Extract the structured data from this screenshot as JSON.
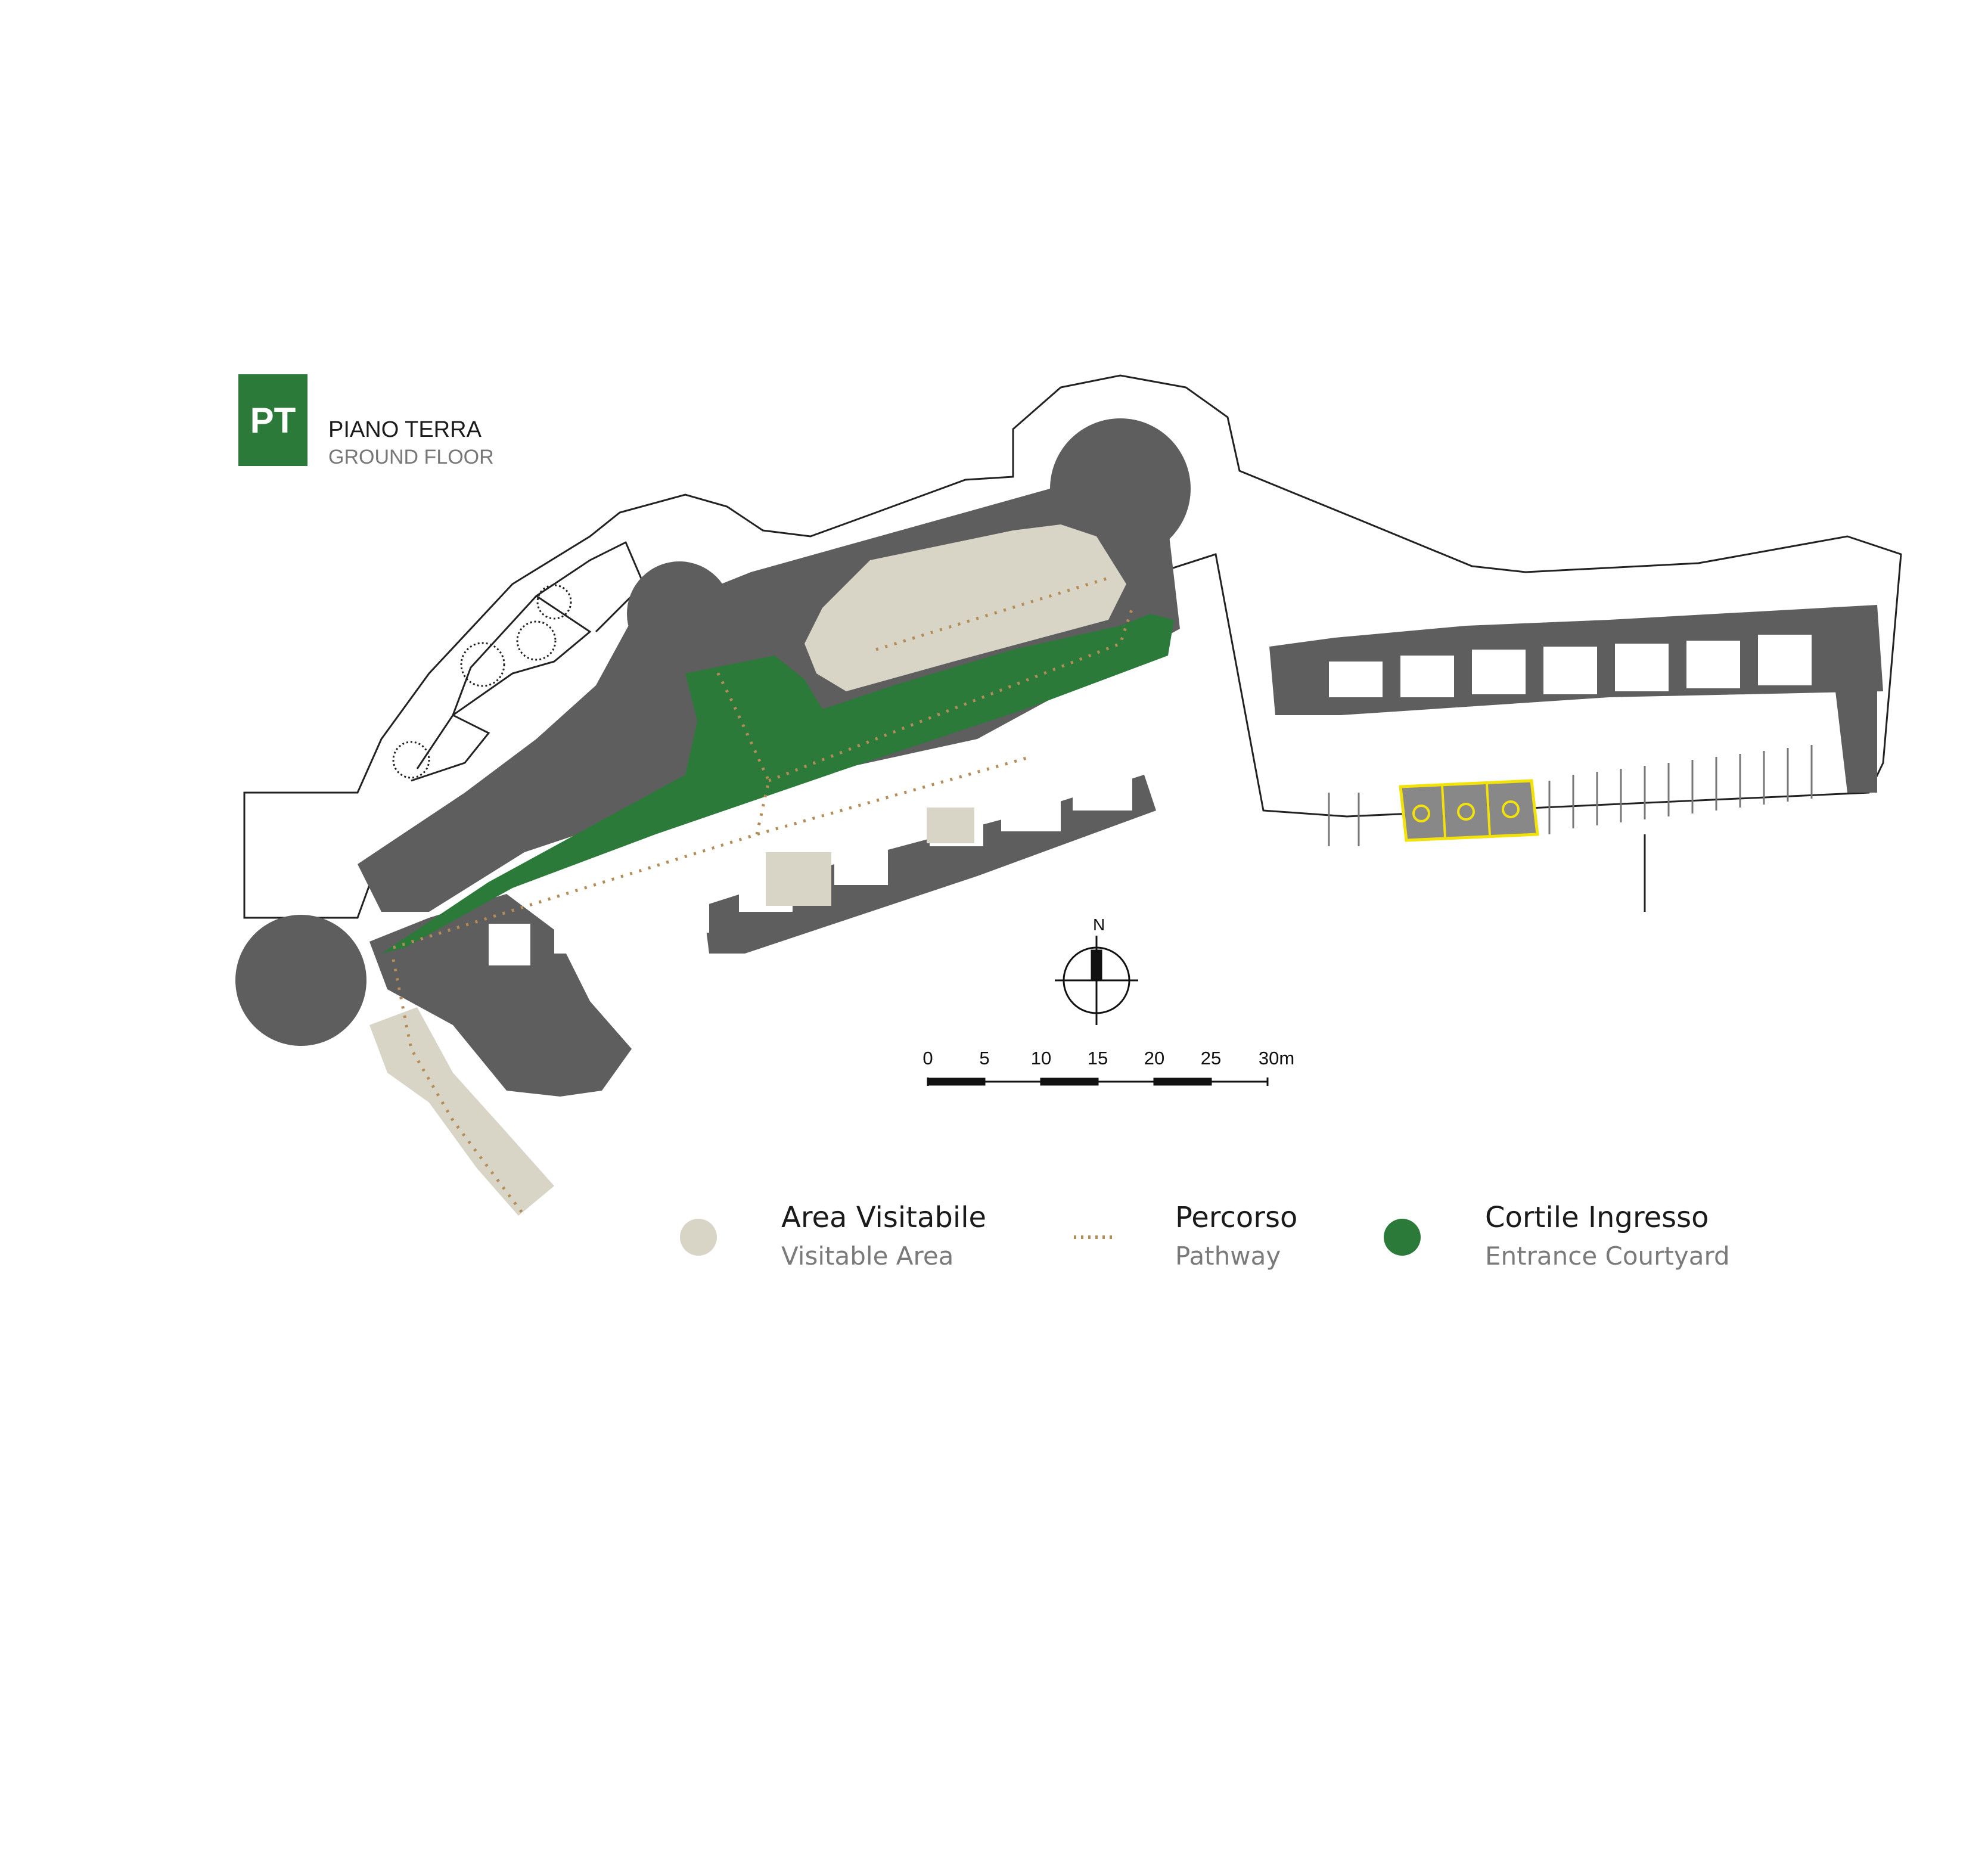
{
  "floor": {
    "badge": "PT",
    "name_it": "PIANO TERRA",
    "name_en": "GROUND FLOOR"
  },
  "north_label": "N",
  "scale": {
    "ticks": [
      "0",
      "5",
      "10",
      "15",
      "20",
      "25",
      "30m"
    ]
  },
  "legend": [
    {
      "label": "Area Visitabile",
      "sublabel": "Visitable Area",
      "color": "#d8d5c7"
    },
    {
      "label": "Percorso",
      "sublabel": "Pathway",
      "color": "#b38c58"
    },
    {
      "label": "Cortile Ingresso",
      "sublabel": "Entrance Courtyard",
      "color": "#2b7a3a"
    }
  ],
  "colors": {
    "wall": "#5e5e5e",
    "courtyard": "#2b7a3a",
    "visitable": "#d8d5c7",
    "path": "#b38c58",
    "accessible_parking": "#f2e20a"
  },
  "icons": {
    "accessible_parking": "wheelchair-icon",
    "tree": "tree-icon",
    "compass": "north-arrow-icon"
  }
}
